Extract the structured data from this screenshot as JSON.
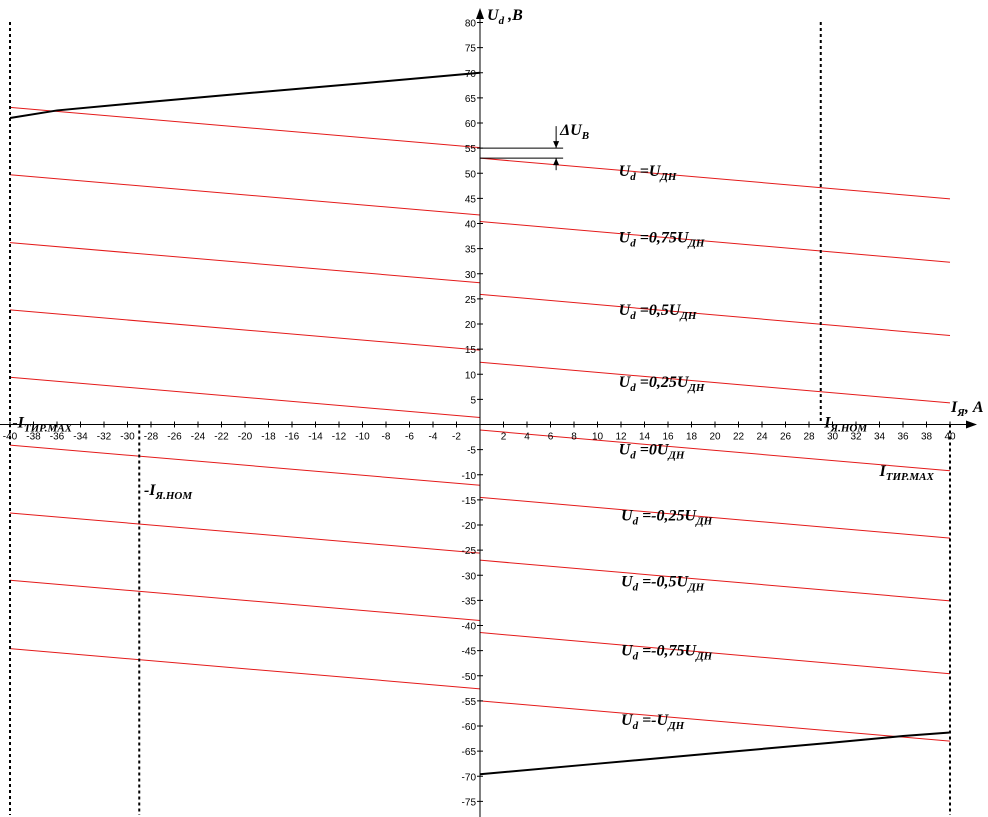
{
  "chart_data": {
    "type": "line",
    "xlim": [
      -40,
      40
    ],
    "ylim": [
      -80,
      80
    ],
    "x_ticks": [
      -40,
      -38,
      -36,
      -34,
      -32,
      -30,
      -28,
      -26,
      -24,
      -22,
      -20,
      -18,
      -16,
      -14,
      -12,
      -10,
      -8,
      -6,
      -4,
      -2,
      0,
      2,
      4,
      6,
      8,
      10,
      12,
      14,
      16,
      18,
      20,
      22,
      24,
      26,
      28,
      30,
      32,
      34,
      36,
      38,
      40
    ],
    "x_tick_labels": [
      "-40",
      "-38",
      "-36",
      "-34",
      "-32",
      "-30",
      "-28",
      "-26",
      "-24",
      "-22",
      "-20",
      "-18",
      "-16",
      "-14",
      "-12",
      "-10",
      "-8",
      "-6",
      "-4",
      "-2",
      "",
      "2",
      "4",
      "6",
      "8",
      "10",
      "12",
      "14",
      "16",
      "18",
      "20",
      "22",
      "24",
      "26",
      "28",
      "30",
      "32",
      "34",
      "36",
      "38",
      "40"
    ],
    "y_ticks": [
      80,
      75,
      70,
      65,
      60,
      55,
      50,
      45,
      40,
      35,
      30,
      25,
      20,
      15,
      10,
      5,
      -5,
      -10,
      -15,
      -20,
      -25,
      -30,
      -35,
      -40,
      -45,
      -50,
      -55,
      -60,
      -65,
      -70,
      -75
    ],
    "y_tick_labels": [
      "80",
      "75",
      "70",
      "65",
      "60",
      "55",
      "50",
      "45",
      "40",
      "35",
      "30",
      "25",
      "20",
      "15",
      "10",
      "5",
      "-5",
      "-10",
      "-15",
      "-20",
      "-25",
      "-30",
      "-35",
      "-40",
      "-45",
      "-50",
      "-55",
      "-60",
      "-65",
      "-70",
      "-75"
    ],
    "y_axis_label": {
      "main": "U",
      "sub": "d",
      "tail": " ,B"
    },
    "x_axis_label": {
      "main": "I",
      "sub": "Я",
      "tail": ", A"
    },
    "red_lines": [
      {
        "segments": [
          {
            "x": [
              -40,
              0
            ],
            "y": [
              63.1,
              55.1
            ]
          },
          {
            "x": [
              0,
              40
            ],
            "y": [
              53.0,
              44.9
            ]
          }
        ]
      },
      {
        "segments": [
          {
            "x": [
              -40,
              0
            ],
            "y": [
              49.7,
              41.7
            ]
          },
          {
            "x": [
              0,
              40
            ],
            "y": [
              40.4,
              32.3
            ]
          }
        ]
      },
      {
        "segments": [
          {
            "x": [
              -40,
              0
            ],
            "y": [
              36.2,
              28.2
            ]
          },
          {
            "x": [
              0,
              40
            ],
            "y": [
              25.9,
              17.7
            ]
          }
        ]
      },
      {
        "segments": [
          {
            "x": [
              -40,
              0
            ],
            "y": [
              22.8,
              14.8
            ]
          },
          {
            "x": [
              0,
              40
            ],
            "y": [
              12.4,
              4.3
            ]
          }
        ]
      },
      {
        "segments": [
          {
            "x": [
              -40,
              0
            ],
            "y": [
              9.4,
              1.4
            ]
          },
          {
            "x": [
              0,
              40
            ],
            "y": [
              -1.1,
              -9.2
            ]
          }
        ]
      },
      {
        "segments": [
          {
            "x": [
              -40,
              0
            ],
            "y": [
              -4.1,
              -12.1
            ]
          },
          {
            "x": [
              0,
              40
            ],
            "y": [
              -14.5,
              -22.6
            ]
          }
        ]
      },
      {
        "segments": [
          {
            "x": [
              -40,
              0
            ],
            "y": [
              -17.6,
              -25.6
            ]
          },
          {
            "x": [
              0,
              40
            ],
            "y": [
              -27.0,
              -35.1
            ]
          }
        ]
      },
      {
        "segments": [
          {
            "x": [
              -40,
              0
            ],
            "y": [
              -31.0,
              -39.0
            ]
          },
          {
            "x": [
              0,
              40
            ],
            "y": [
              -41.4,
              -49.6
            ]
          }
        ]
      },
      {
        "segments": [
          {
            "x": [
              -40,
              0
            ],
            "y": [
              -44.6,
              -52.6
            ]
          },
          {
            "x": [
              0,
              40
            ],
            "y": [
              -55.0,
              -63.0
            ]
          }
        ]
      }
    ],
    "black_curves": [
      {
        "x": [
          -40,
          -36,
          -30,
          -20,
          -10,
          0
        ],
        "y": [
          61.0,
          62.5,
          63.8,
          65.9,
          67.9,
          70.0
        ]
      },
      {
        "x": [
          0,
          10,
          20,
          30,
          36,
          40
        ],
        "y": [
          -69.6,
          -67.5,
          -65.4,
          -63.3,
          -62.0,
          -61.3
        ]
      }
    ],
    "dashed_verticals": [
      {
        "x": -40,
        "y_top": 80,
        "y_bottom": -80
      },
      {
        "x": 40,
        "y_top": 0,
        "y_bottom": -80
      },
      {
        "x": 29,
        "y_top": 80,
        "y_bottom": 0
      },
      {
        "x": -29,
        "y_top": 0,
        "y_bottom": -80
      }
    ],
    "delta_marker": {
      "x0": 0,
      "x1": 7.5,
      "y_upper": 55.0,
      "y_lower": 53.0,
      "label": "ΔU",
      "label_sub": "B"
    },
    "line_labels": [
      {
        "main": "U",
        "sub": "d",
        "mid": " =U",
        "sub2": "ДН",
        "x": 11.8,
        "y": 49.5
      },
      {
        "main": "U",
        "sub": "d",
        "mid": " =0,75U",
        "sub2": "ДН",
        "x": 11.8,
        "y": 36.2
      },
      {
        "main": "U",
        "sub": "d",
        "mid": " =0,5U",
        "sub2": "ДН",
        "x": 11.8,
        "y": 21.8
      },
      {
        "main": "U",
        "sub": "d",
        "mid": " =0,25U",
        "sub2": "ДН",
        "x": 11.8,
        "y": 7.5
      },
      {
        "main": "U",
        "sub": "d",
        "mid": " =0U",
        "sub2": "ДН",
        "x": 11.8,
        "y": -6.0
      },
      {
        "main": "U",
        "sub": "d",
        "mid": " =-0,25U",
        "sub2": "ДН",
        "x": 12.0,
        "y": -19.1
      },
      {
        "main": "U",
        "sub": "d",
        "mid": " =-0,5U",
        "sub2": "ДН",
        "x": 12.0,
        "y": -32.2
      },
      {
        "main": "U",
        "sub": "d",
        "mid": " =-0,75U",
        "sub2": "ДН",
        "x": 12.0,
        "y": -46.0
      },
      {
        "main": "U",
        "sub": "d",
        "mid": " =-U",
        "sub2": "ДН",
        "x": 12.0,
        "y": -59.8
      }
    ],
    "annotations": [
      {
        "main": "-I",
        "sub": "ТИР.MAX",
        "x": -39.8,
        "y": -0.6
      },
      {
        "main": "I",
        "sub": "Я.НОМ",
        "x": 29.3,
        "y": -0.6
      },
      {
        "main": "I",
        "sub": "ТИР.MAX",
        "x": 34.0,
        "y": -10.2
      },
      {
        "main": "-I",
        "sub": "Я.НОМ",
        "x": -28.6,
        "y": -14.0
      }
    ]
  }
}
